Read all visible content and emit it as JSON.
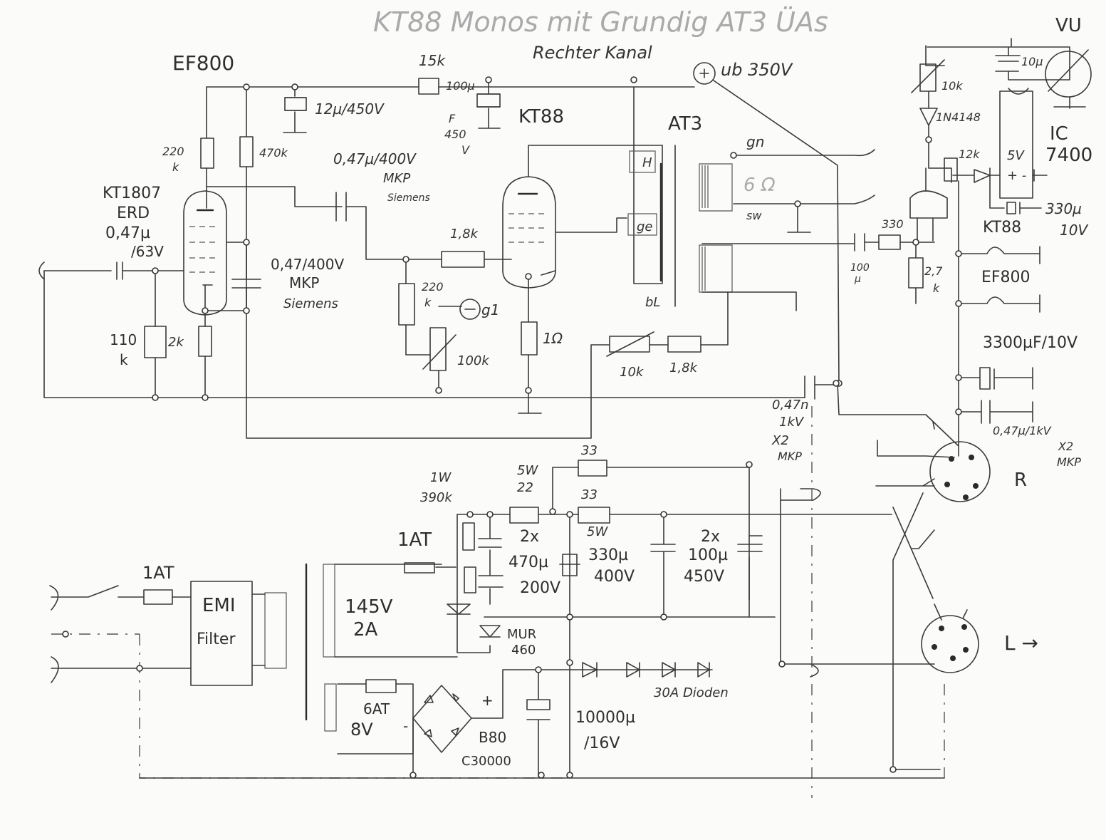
{
  "title": "KT88 Monos mit Grundig AT3 ÜAs",
  "subtitle": "Rechter Kanal",
  "labels": {
    "ef800_top": "EF800",
    "vu": "VU",
    "r15k": "15k",
    "ub": "ub 350V",
    "c12u": "12µ/450V",
    "c100u_a": "100µ",
    "c100u_b": "F",
    "c100u_c": "450",
    "c100u_d": "V",
    "kt88_top": "KT88",
    "at3": "AT3",
    "gn": "gn",
    "sixohm": "6 Ω",
    "sw": "sw",
    "r10k": "10k",
    "d1n4148": "1N4148",
    "ic": "IC",
    "ic_num": "7400",
    "r12k": "12k",
    "c10u": "10µ",
    "fivev": "5V",
    "pm": "+ -",
    "c330u_a": "330µ",
    "c330u_b": "10V",
    "kt88_r": "KT88",
    "ef800_r": "EF800",
    "r220k_a": "220",
    "r220k_b": "k",
    "r470k": "470k",
    "c047_a": "0,47µ/400V",
    "c047_b": "MKP",
    "c047_c": "Siemens",
    "kt1807": "KT1807",
    "erd": "ERD",
    "c047in_a": "0,47µ",
    "c047in_b": "/63V",
    "c047k_a": "0,47/400V",
    "c047k_b": "MKP",
    "c047k_c": "Siemens",
    "r18k": "1,8k",
    "r220kg_a": "220",
    "r220kg_b": "k",
    "g1": "g1",
    "r100k": "100k",
    "r1ohm": "1Ω",
    "h": "H",
    "ge": "ge",
    "bl": "bL",
    "r110k_a": "110",
    "r110k_b": "k",
    "r2k": "2k",
    "r10kfb": "10k",
    "r18kfb": "1,8k",
    "r330": "330",
    "c100u_v_a": "100",
    "c100u_v_b": "µ",
    "r27k_a": "2,7",
    "r27k_b": "k",
    "c3300": "3300µF/10V",
    "c047kv_a": "0,47n",
    "c047kv_b": "1kV",
    "c047kv_c": "X2",
    "c047kv_d": "MKP",
    "c047r_a": "0,47µ/1kV",
    "c047r_b": "X2",
    "c047r_c": "MKP",
    "r_out": "R",
    "l_out": "L →",
    "r33a": "33",
    "r33b": "33",
    "fivew_a": "5W",
    "fivew_b": "5W",
    "r22": "22",
    "onew": "1W",
    "r390k": "390k",
    "fuse1at_a": "1AT",
    "fuse1at_b": "1AT",
    "c470": "2x",
    "c470_b": "470µ",
    "c470_c": "200V",
    "c330hv_a": "330µ",
    "c330hv_b": "400V",
    "c100hv_a": "2x",
    "c100hv_b": "100µ",
    "c100hv_c": "450V",
    "emi_a": "EMI",
    "emi_b": "Filter",
    "tr145_a": "145V",
    "tr145_b": "2A",
    "mur_a": "MUR",
    "mur_b": "460",
    "fuse6at": "6AT",
    "eightv": "8V",
    "minus": "-",
    "plus": "+",
    "b80_a": "B80",
    "b80_b": "C30000",
    "c10000_a": "10000µ",
    "c10000_b": "/16V",
    "diodes30": "30A Dioden"
  }
}
